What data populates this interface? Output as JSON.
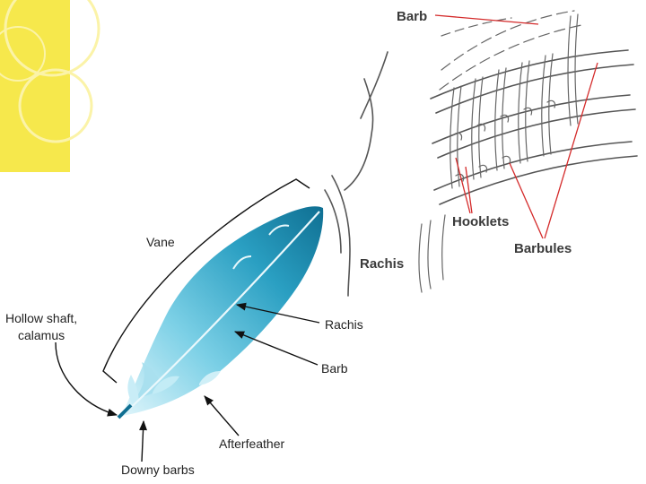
{
  "colors": {
    "accent_tile": "#f5e64a",
    "feather_dark": "#0f7f9f",
    "feather_light": "#bfe9f5",
    "pointer_red": "#d42a2a",
    "ink": "#555555"
  },
  "feather_labels": {
    "vane": "Vane",
    "hollow_shaft_line1": "Hollow shaft,",
    "hollow_shaft_line2": "calamus",
    "rachis": "Rachis",
    "barb": "Barb",
    "afterfeather": "Afterfeather",
    "downy_barbs": "Downy barbs"
  },
  "detail_labels": {
    "barb": "Barb",
    "rachis": "Rachis",
    "hooklets": "Hooklets",
    "barbules": "Barbules"
  },
  "icons": {
    "tile": "decorative-yellow-tile",
    "feather": "feather-illustration",
    "microstructure": "barb-barbule-lattice"
  }
}
